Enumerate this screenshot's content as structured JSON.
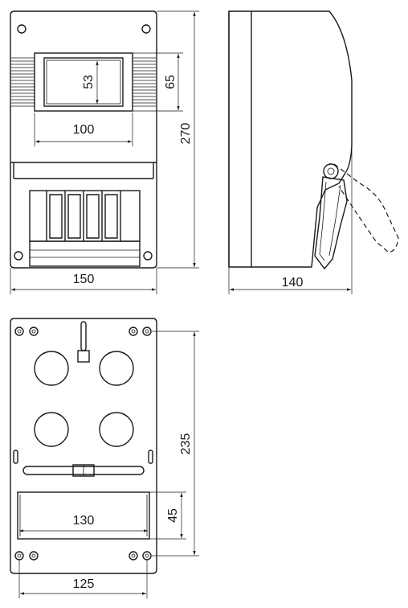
{
  "front_view": {
    "width_label": "150",
    "height_label": "270",
    "window_width_label": "100",
    "window_height_label": "65",
    "inner_window_label": "53"
  },
  "side_view": {
    "depth_label": "140"
  },
  "back_view": {
    "width_label": "125",
    "height_label": "235",
    "cutout_width_label": "130",
    "cutout_height_label": "45"
  }
}
